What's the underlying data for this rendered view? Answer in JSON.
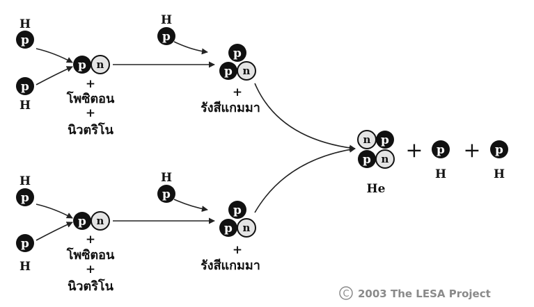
{
  "symbols": {
    "proton": "p",
    "neutron": "n",
    "hydrogen": "H",
    "helium": "He",
    "plus": "+"
  },
  "labels": {
    "positron": "โพซิตอน",
    "neutrino": "นิวตริโน",
    "gamma": "รังสีแกมมา"
  },
  "credit": "2003  The LESA Project",
  "copyright_symbol": "©",
  "colors": {
    "proton": "#111111",
    "neutron": "#e4e4e4",
    "arrow": "#222222"
  }
}
